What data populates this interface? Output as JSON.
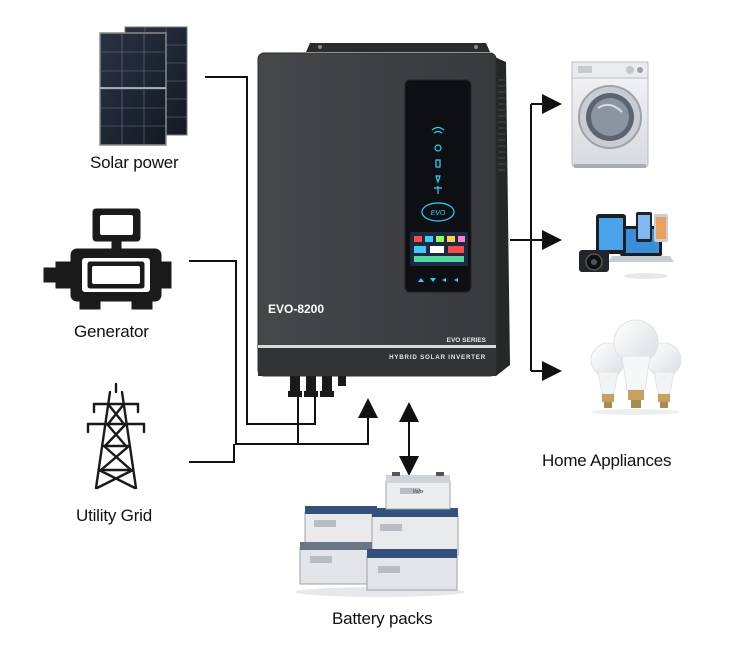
{
  "sources": {
    "solar_label": "Solar power",
    "generator_label": "Generator",
    "grid_label": "Utility Grid"
  },
  "storage": {
    "battery_label": "Battery packs",
    "battery_brand": "Voltx"
  },
  "loads": {
    "label": "Home Appliances"
  },
  "inverter": {
    "model": "EVO-8200",
    "series": "EVO SERIES",
    "type": "HYBRID SOLAR INVERTER",
    "logo": "EVO"
  },
  "colors": {
    "inverter_body": "#3a3b3d",
    "inverter_side": "#2b2c2e",
    "panel_cell": "#1c2230",
    "wire": "#111111",
    "battery_blue": "#35507a"
  },
  "icons": [
    "solar-panel-icon",
    "generator-icon",
    "pylon-icon",
    "washing-machine-icon",
    "devices-icon",
    "bulb-icon",
    "battery-icon"
  ]
}
